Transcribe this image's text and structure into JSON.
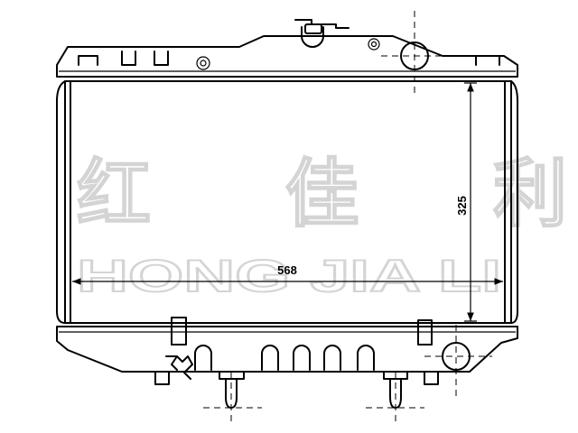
{
  "watermark": {
    "chinese": "红 佳 利",
    "english": "HONG JIA LI"
  },
  "dimensions": {
    "width_label": "568",
    "height_label": "325"
  },
  "colors": {
    "line": "#000000",
    "watermark_outline": "#d4d4d4",
    "background": "#ffffff"
  }
}
